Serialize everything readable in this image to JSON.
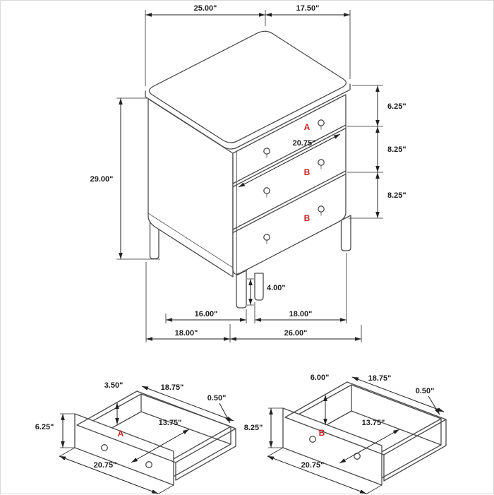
{
  "colors": {
    "accent": "#cc2222",
    "line": "#4a4a4a",
    "dim_text": "#1c1c1c"
  },
  "main_view": {
    "dim_top_width": "25.00\"",
    "dim_top_depth": "17.50\"",
    "dim_height": "29.00\"",
    "dim_drawer_a_front": "6.25\"",
    "dim_drawer_b1_front": "8.25\"",
    "dim_drawer_b2_front": "8.25\"",
    "label_drawer_a": "A",
    "dim_drawer_width": "20.75\"",
    "label_drawer_b1": "B",
    "label_drawer_b2": "B",
    "dim_leg_height": "4.00\"",
    "dim_base_front": "16.00\"",
    "dim_base_side": "18.00\"",
    "dim_footprint_depth": "18.00\"",
    "dim_footprint_width": "26.00\""
  },
  "drawer_a_view": {
    "label": "A",
    "dim_wall_height": "3.50\"",
    "dim_interior_width": "18.75\"",
    "dim_wall_thickness": "0.50\"",
    "dim_front_height": "6.25\"",
    "dim_interior_depth": "13.75\"",
    "dim_overall_width": "20.75\""
  },
  "drawer_b_view": {
    "label": "B",
    "dim_wall_height": "6.00\"",
    "dim_interior_width": "18.75\"",
    "dim_wall_thickness": "0.50\"",
    "dim_front_height": "8.25\"",
    "dim_interior_depth": "13.75\"",
    "dim_overall_width": "20.75\""
  }
}
